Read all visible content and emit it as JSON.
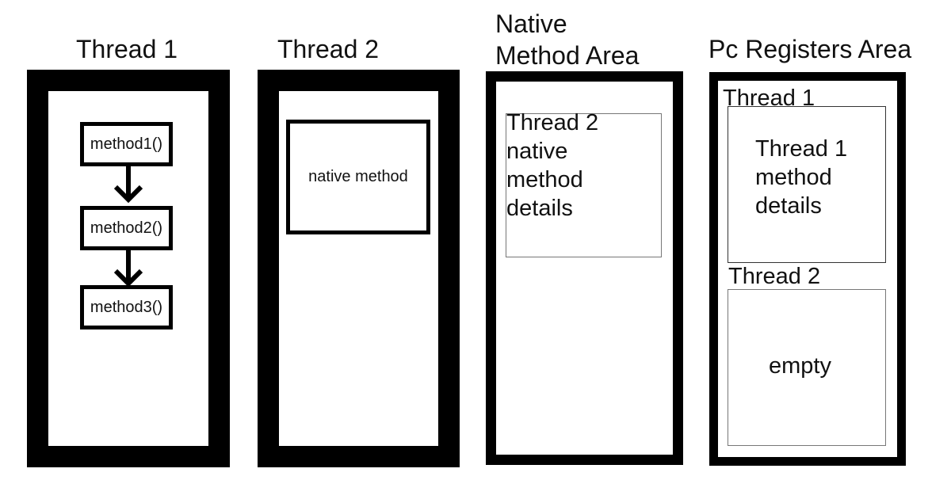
{
  "thread1": {
    "title": "Thread 1",
    "methods": [
      "method1()",
      "method2()",
      "method3()"
    ]
  },
  "thread2": {
    "title": "Thread 2",
    "box_label": "native method"
  },
  "native_area": {
    "title_line1": "Native",
    "title_line2": "Method Area",
    "details": [
      "Thread 2",
      "native",
      "method",
      "details"
    ]
  },
  "pc_area": {
    "title": "Pc Registers Area",
    "thread1_label": "Thread 1",
    "thread1_details": [
      "Thread 1",
      "method",
      "details"
    ],
    "thread2_label": "Thread 2",
    "thread2_value": "empty"
  }
}
